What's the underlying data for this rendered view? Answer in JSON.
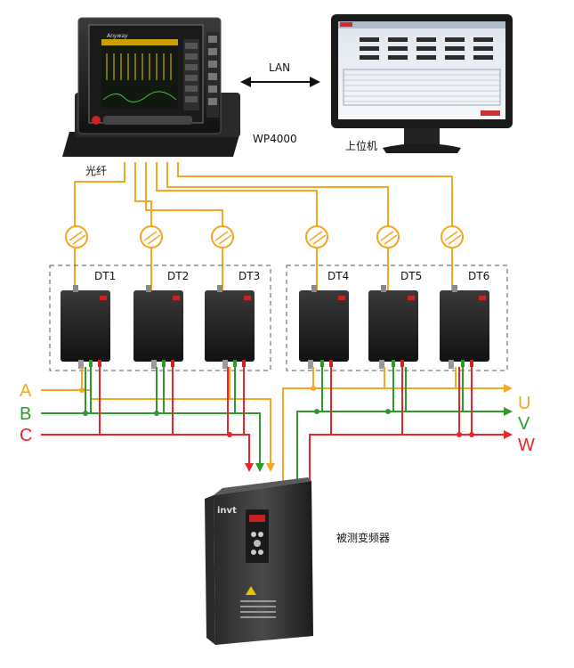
{
  "devices": {
    "analyzer_label": "WP4000",
    "computer_label": "上位机",
    "link_label": "LAN",
    "fiber_label": "光纤",
    "vfd_label": "被测变频器",
    "vfd_brand": "invt",
    "analyzer_brand": "Anyway"
  },
  "sensors": [
    "DT1",
    "DT2",
    "DT3",
    "DT4",
    "DT5",
    "DT6"
  ],
  "phases": {
    "inputs": [
      {
        "label": "A",
        "color": "#f5a623"
      },
      {
        "label": "B",
        "color": "#2e9a2e"
      },
      {
        "label": "C",
        "color": "#e8262a"
      }
    ],
    "outputs": [
      {
        "label": "U",
        "color": "#f5a623"
      },
      {
        "label": "V",
        "color": "#2e9a2e"
      },
      {
        "label": "W",
        "color": "#e8262a"
      }
    ]
  },
  "colors": {
    "fiber": "#f5a623",
    "phase_a": "#f5a623",
    "phase_b": "#2e9a2e",
    "phase_c": "#e8262a"
  }
}
